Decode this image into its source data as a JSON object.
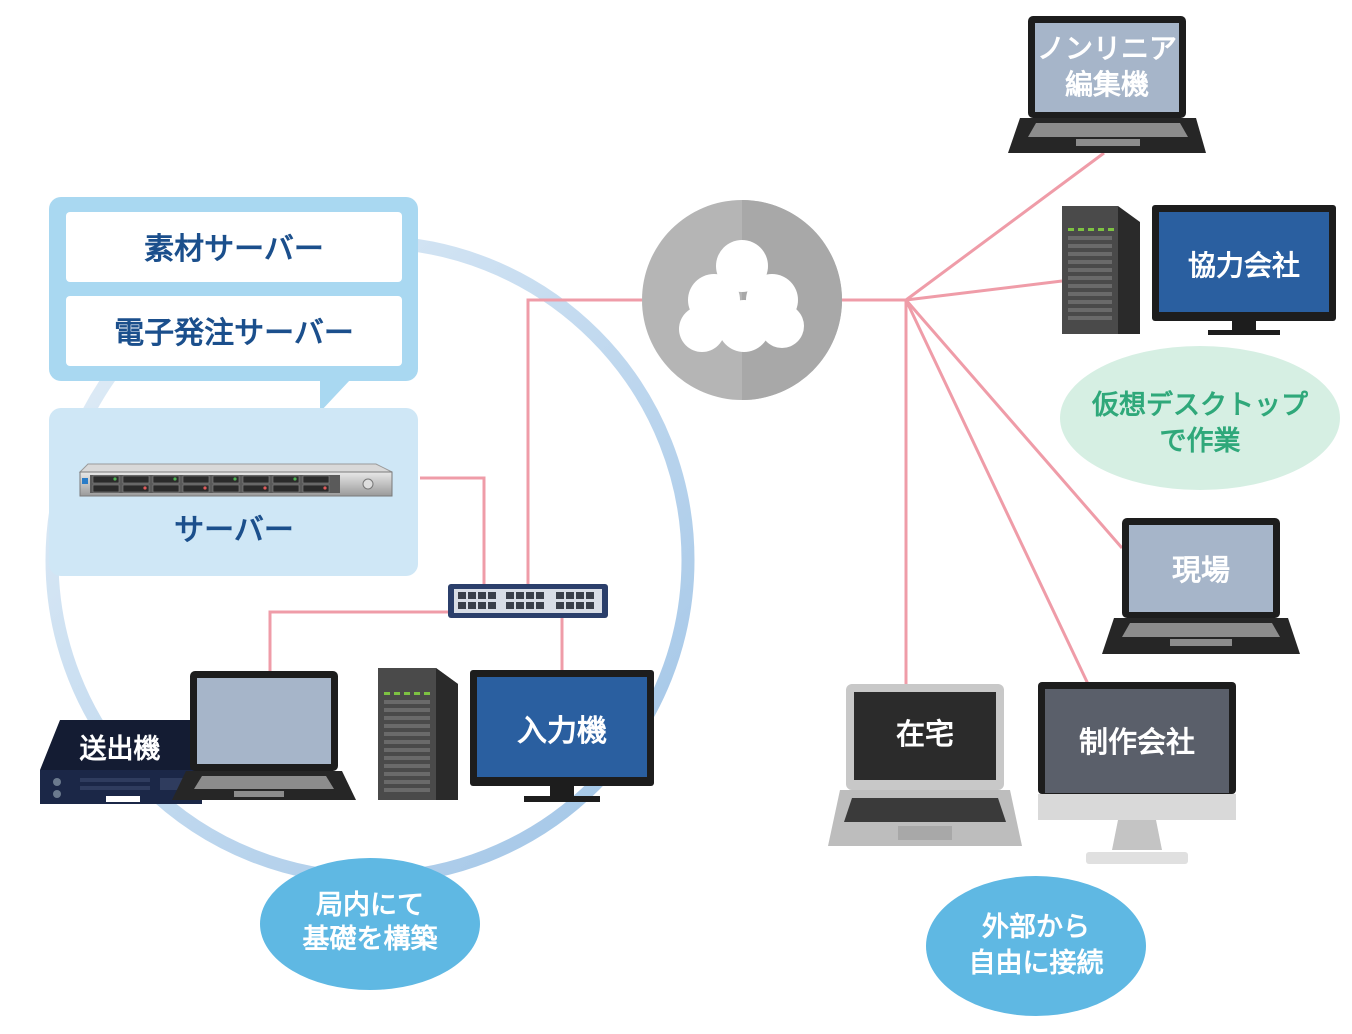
{
  "server_labels": [
    "素材サーバー",
    "電子発注サーバー"
  ],
  "server": {
    "label": "サーバー"
  },
  "local_devices": {
    "transmitter": "送出機",
    "input_machine": "入力機"
  },
  "cloud": {
    "icon": "cloud-icon"
  },
  "remote_devices": {
    "nonlinear_line1": "ノンリニア",
    "nonlinear_line2": "編集機",
    "partner": "協力会社",
    "site": "現場",
    "home": "在宅",
    "production": "制作会社"
  },
  "badges": {
    "local_line1": "局内にて",
    "local_line2": "基礎を構築",
    "remote_line1": "外部から",
    "remote_line2": "自由に接続",
    "vdi_line1": "仮想デスクトップ",
    "vdi_line2": "で作業"
  },
  "colors": {
    "navy": "#1b4f8c",
    "line_pink": "#ef9ca8",
    "bubble_blue": "#a9d8f1",
    "panel_blue": "#cfe7f6",
    "badge_blue": "#5fb8e3",
    "badge_green": "#d6efe3",
    "badge_green_text": "#2fa87a",
    "cloud_gray": "#b5b5b5",
    "screen_blue": "#2a5fa0"
  }
}
